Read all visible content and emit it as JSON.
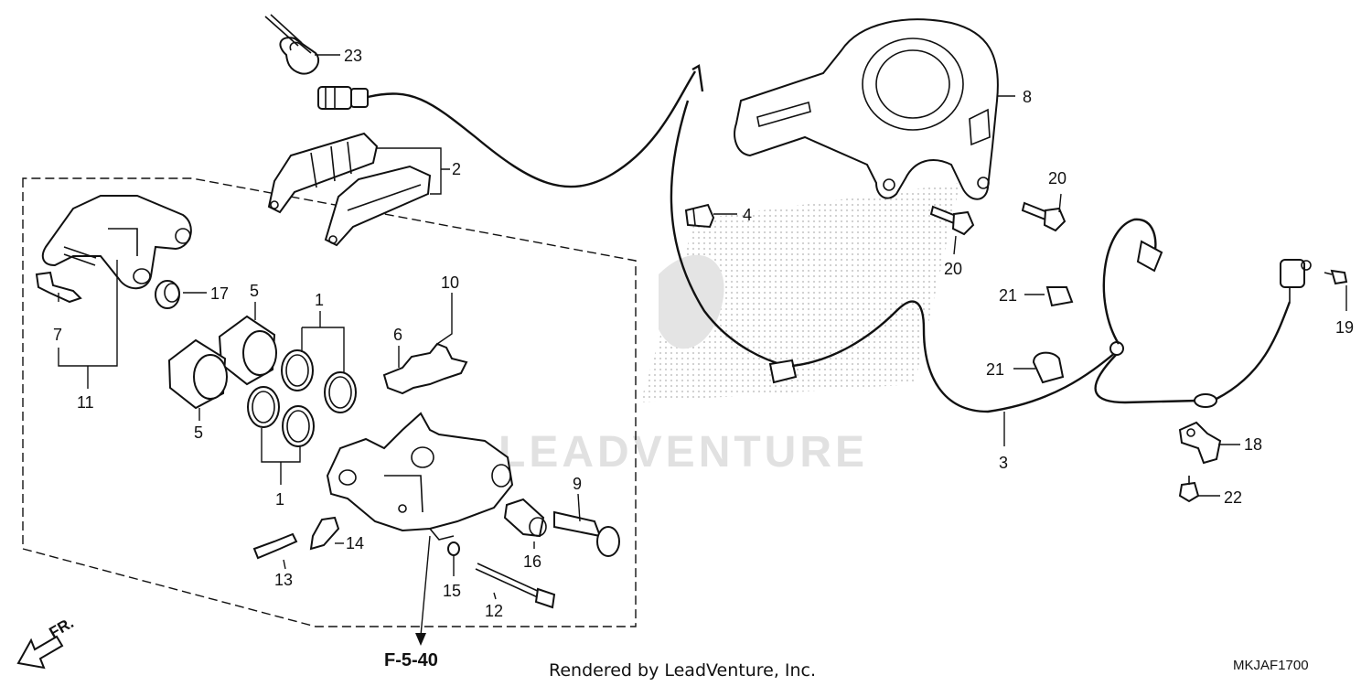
{
  "callouts": {
    "c1a": "1",
    "c1b": "1",
    "c2": "2",
    "c3": "3",
    "c4": "4",
    "c5a": "5",
    "c5b": "5",
    "c6": "6",
    "c7": "7",
    "c8": "8",
    "c9": "9",
    "c10": "10",
    "c11": "11",
    "c12": "12",
    "c13": "13",
    "c14": "14",
    "c15": "15",
    "c16": "16",
    "c17": "17",
    "c18": "18",
    "c19": "19",
    "c20a": "20",
    "c20b": "20",
    "c21a": "21",
    "c21b": "21",
    "c22": "22",
    "c23": "23"
  },
  "reference": "F-5-40",
  "direction": "FR.",
  "credit": "Rendered by LeadVenture, Inc.",
  "diagram_code": "MKJAF1700",
  "watermark": "LEADVENTURE",
  "colors": {
    "line": "#111111",
    "background": "#ffffff",
    "watermark": "#dcdcdc"
  }
}
